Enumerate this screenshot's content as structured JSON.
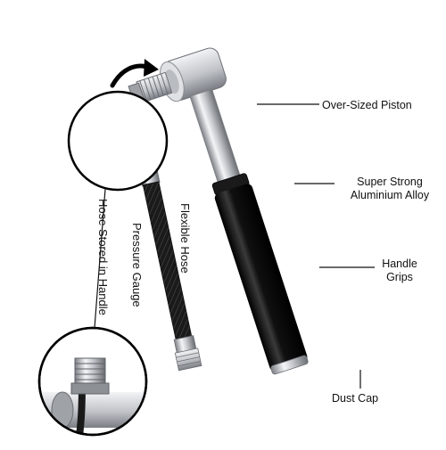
{
  "labels": {
    "piston": "Over-Sized Piston",
    "alloy_line1": "Super Strong",
    "alloy_line2": "Aluminium Alloy",
    "grips_line1": "Handle",
    "grips_line2": "Grips",
    "dust_cap": "Dust Cap",
    "flexible_hose": "Flexible Hose",
    "pressure_gauge": "Pressure Gauge",
    "hose_stored": "Hose Stored in Handle"
  },
  "colors": {
    "ink": "#111111",
    "body_black": "#0d0d0d",
    "aluminium": "#c9ccd0",
    "hose_braid": "#2a2a2a"
  },
  "icons": {
    "arrow": "curved-arrow-icon"
  }
}
